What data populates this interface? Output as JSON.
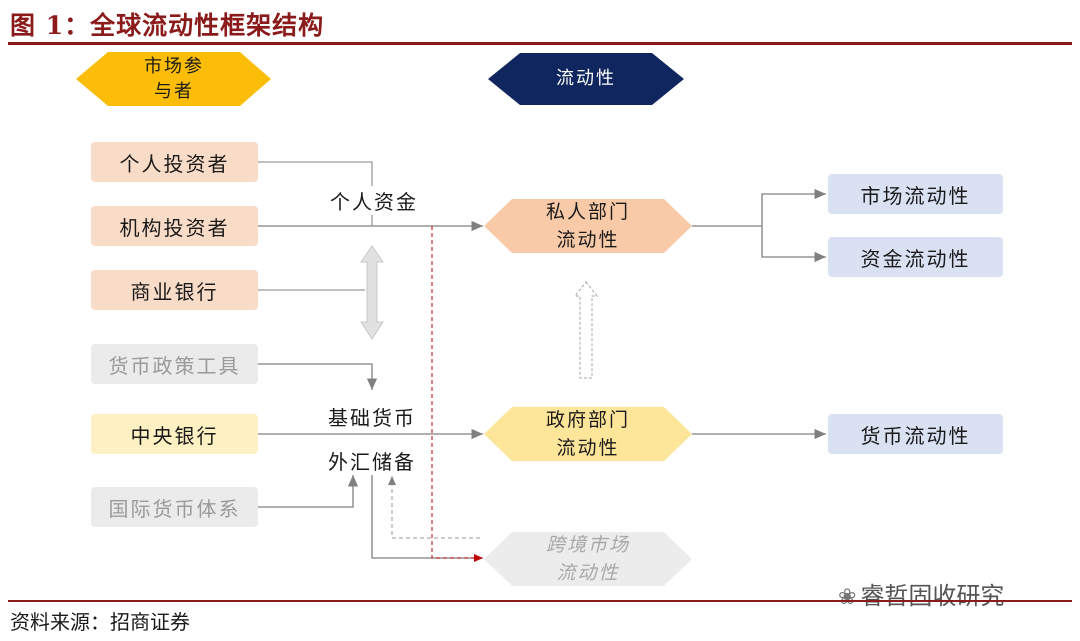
{
  "title": "图 1：全球流动性框架结构",
  "headers": {
    "participants": "市场参与者",
    "liquidity": "流动性"
  },
  "participants": {
    "individual_investors": "个人投资者",
    "institutional_investors": "机构投资者",
    "commercial_banks": "商业银行",
    "monetary_policy_tools": "货币政策工具",
    "central_bank": "中央银行",
    "international_monetary_system": "国际货币体系"
  },
  "intermediate": {
    "personal_funds": "个人资金",
    "base_money": "基础货币",
    "fx_reserves": "外汇储备"
  },
  "sectors": {
    "private_sector": "私人部门流动性",
    "government_sector": "政府部门流动性",
    "cross_border": "跨境市场流动性"
  },
  "outcomes": {
    "market_liquidity": "市场流动性",
    "funding_liquidity": "资金流动性",
    "monetary_liquidity": "货币流动性"
  },
  "source": "资料来源：招商证券",
  "watermark": "睿哲固收研究",
  "colors": {
    "accent": "#8b1a1a",
    "participant_pink": "#f9dcc8",
    "participant_gray": "#ebebeb",
    "central_yellow": "#fdf0c3",
    "outcome_blue": "#d9e1f2",
    "header_gold": "#fbbd08",
    "header_navy": "#10265e"
  }
}
